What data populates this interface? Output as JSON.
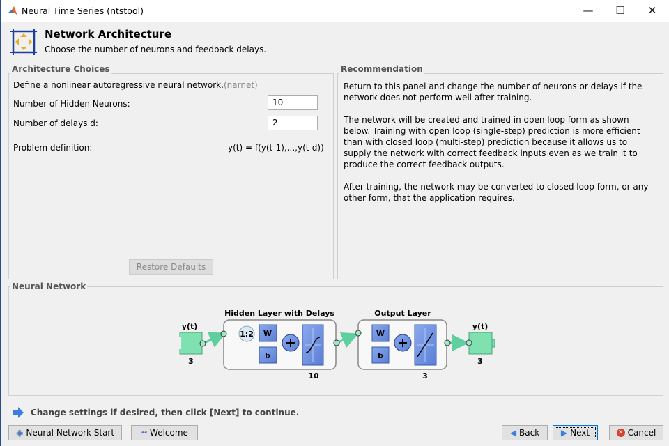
{
  "window": {
    "title": "Neural Time Series (ntstool)"
  },
  "header": {
    "title": "Network Architecture",
    "subtitle": "Choose the number of neurons and feedback delays."
  },
  "architecture": {
    "title": "Architecture Choices",
    "description": "Define a nonlinear autoregressive neural network.",
    "tag": "(narnet)",
    "hidden_label": "Number of Hidden Neurons:",
    "hidden_value": "10",
    "delays_label": "Number of delays d:",
    "delays_value": "2",
    "problem_label": "Problem definition:",
    "problem_value": "y(t) = f(y(t-1),...,y(t-d))",
    "restore_label": "Restore Defaults"
  },
  "recommendation": {
    "title": "Recommendation",
    "paragraphs": [
      "Return to this panel and change the number of neurons or delays if the network does not perform well after training.",
      "The network will be created and trained in open loop form as shown below. Training with open loop (single-step) prediction is more efficient than with closed loop (multi-step) prediction because it allows us to supply the network with correct feedback inputs even as we train it to produce the correct feedback outputs.",
      "After training, the network may be converted to closed loop form, or any other form, that the application requires."
    ]
  },
  "network": {
    "title": "Neural Network",
    "input_label": "y(t)",
    "input_size": "3",
    "hidden_title": "Hidden Layer with Delays",
    "delay": "1:2",
    "w": "W",
    "b": "b",
    "hidden_size": "10",
    "output_title": "Output Layer",
    "output_size": "3",
    "out_label": "y(t)",
    "out_size": "3"
  },
  "footer": {
    "hint": "Change settings  if desired, then click [Next] to continue.",
    "start": "Neural Network Start",
    "welcome": "Welcome",
    "back": "Back",
    "next": "Next",
    "cancel": "Cancel"
  },
  "colors": {
    "block": "#7fe0b0",
    "layer": "#6b8fdc",
    "line": "#5fcf9f"
  }
}
